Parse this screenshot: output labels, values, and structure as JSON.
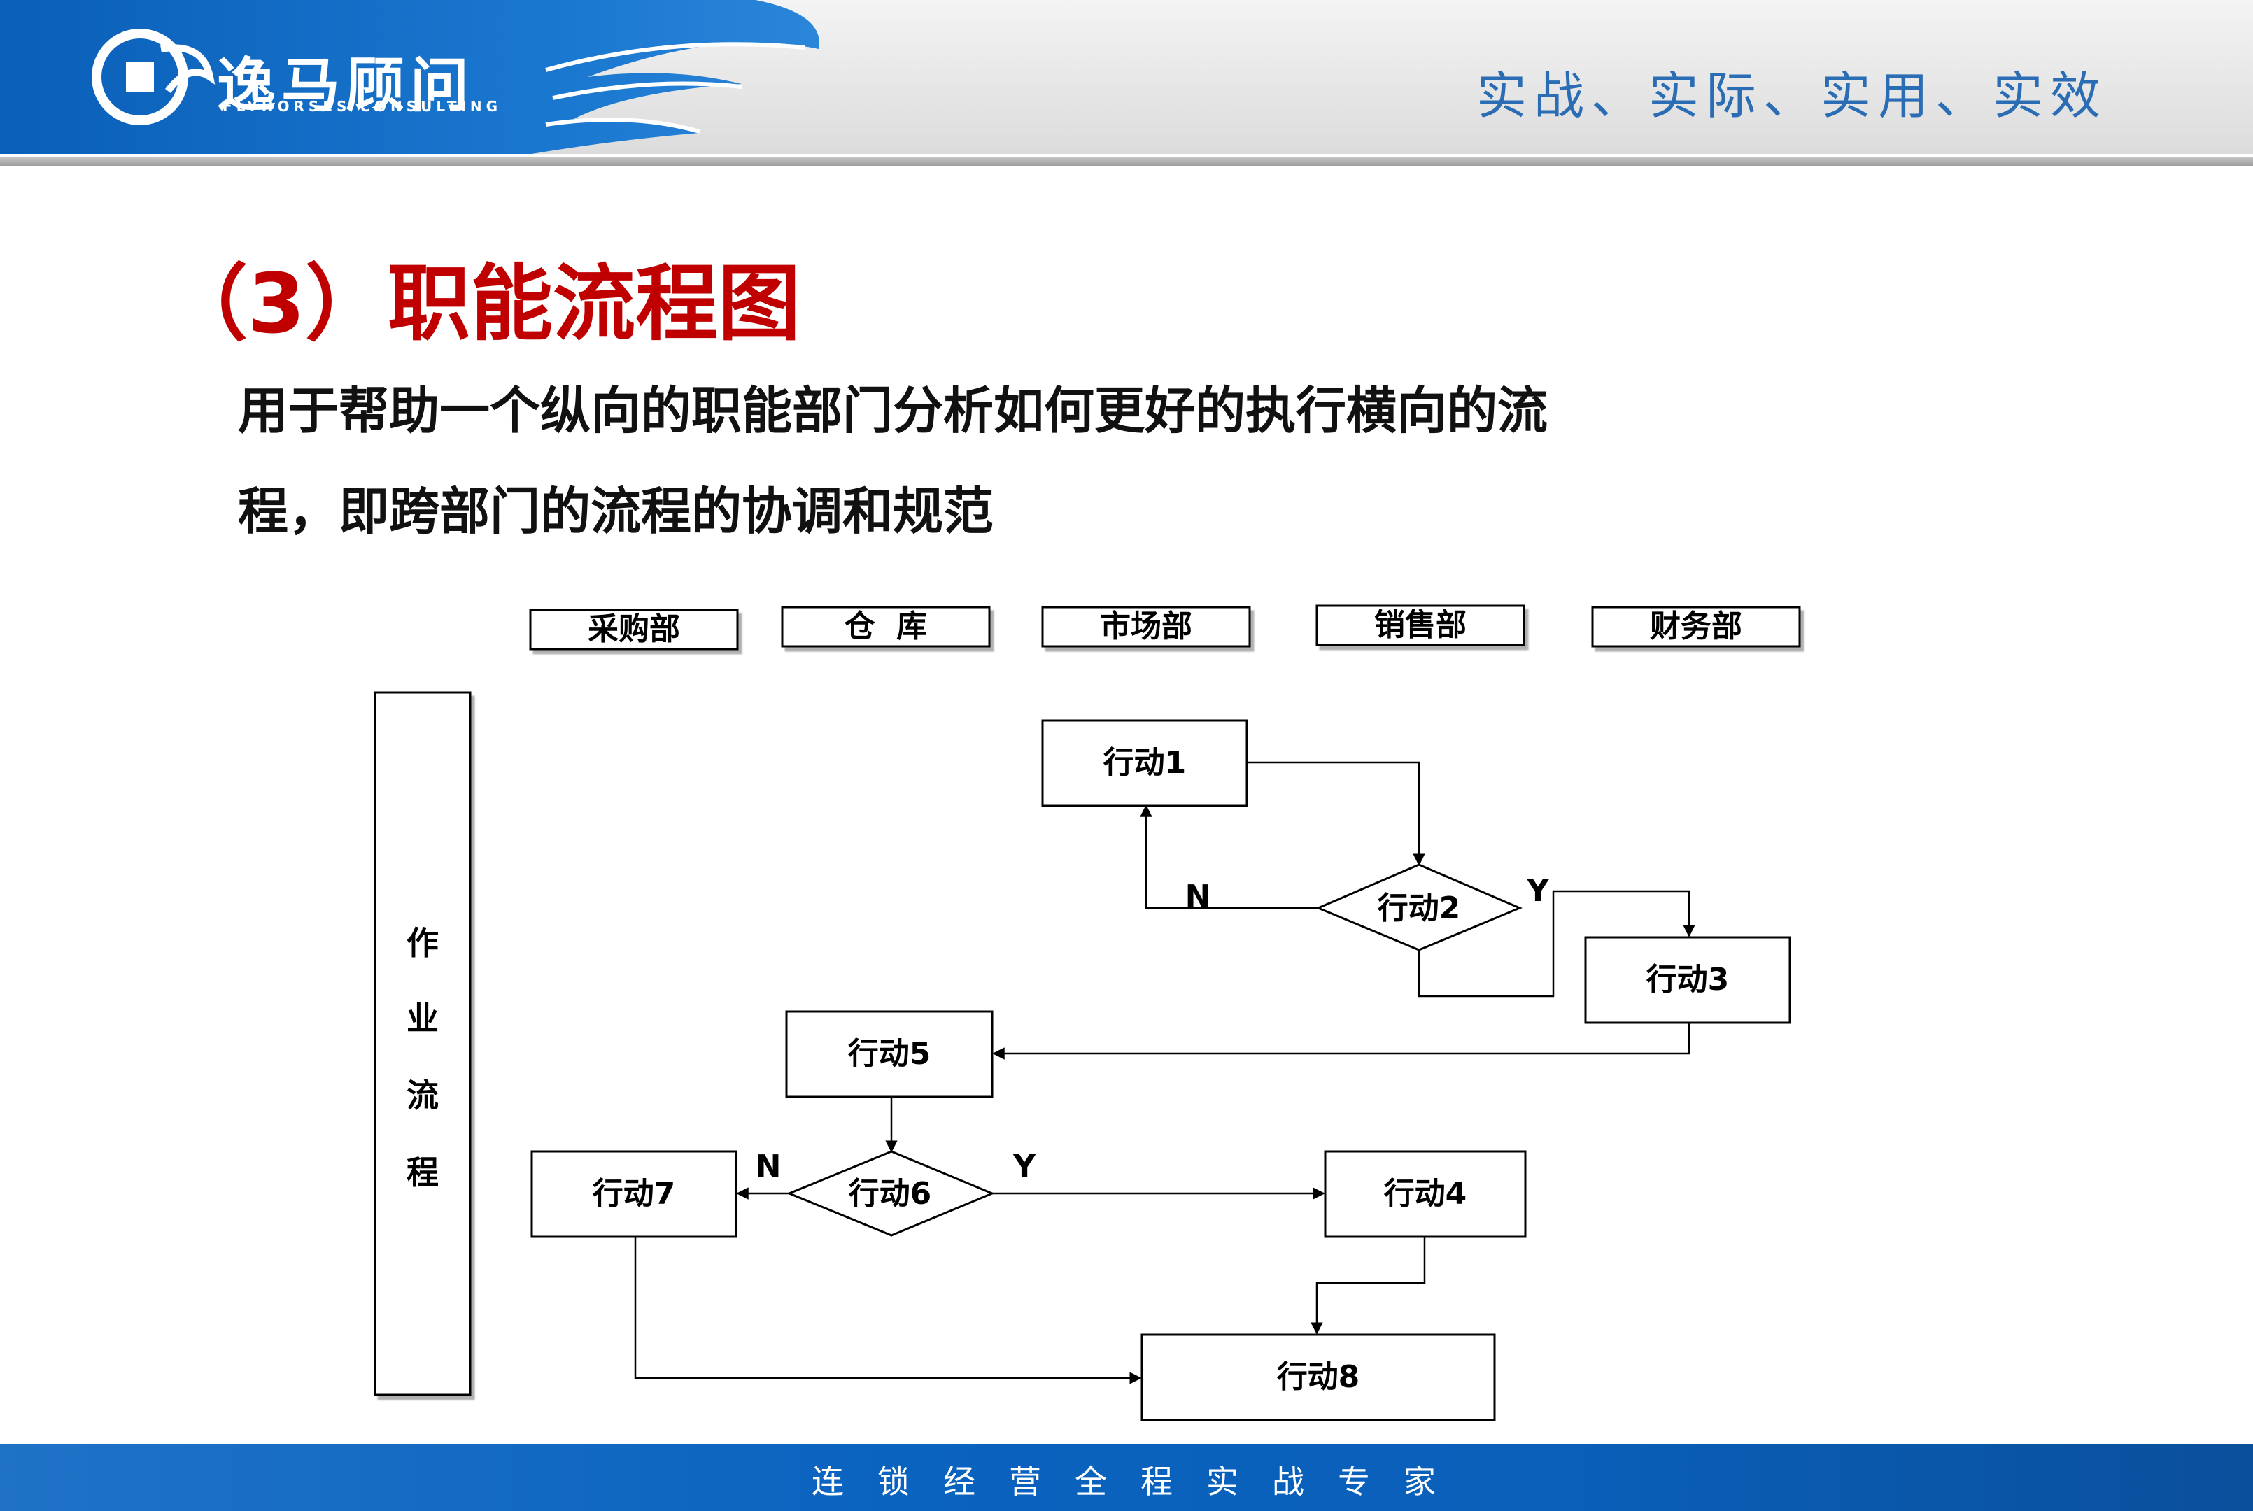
{
  "header": {
    "logo_text": "逸马顾问",
    "logo_subtext": "FLYHORSES CONSULTING",
    "slogan": "实战、实际、实用、实效"
  },
  "title": "（3）职能流程图",
  "description": {
    "line1": "用于帮助一个纵向的职能部门分析如何更好的执行横向的流",
    "line2": "程，即跨部门的流程的协调和规范"
  },
  "departments": [
    "采购部",
    "仓  库",
    "市场部",
    "销售部",
    "财务部"
  ],
  "side_label": [
    "作",
    "业",
    "流",
    "程"
  ],
  "nodes": {
    "a1": "行动1",
    "a2": "行动2",
    "a3": "行动3",
    "a4": "行动4",
    "a5": "行动5",
    "a6": "行动6",
    "a7": "行动7",
    "a8": "行动8"
  },
  "edge_labels": {
    "a2_no": "N",
    "a2_yes": "Y",
    "a6_no": "N",
    "a6_yes": "Y"
  },
  "footer": {
    "text": "连锁经营全程实战专家"
  },
  "colors": {
    "title": "#c00000",
    "slogan": "#2a6db5",
    "brand_blue": "#0a5fb8"
  }
}
